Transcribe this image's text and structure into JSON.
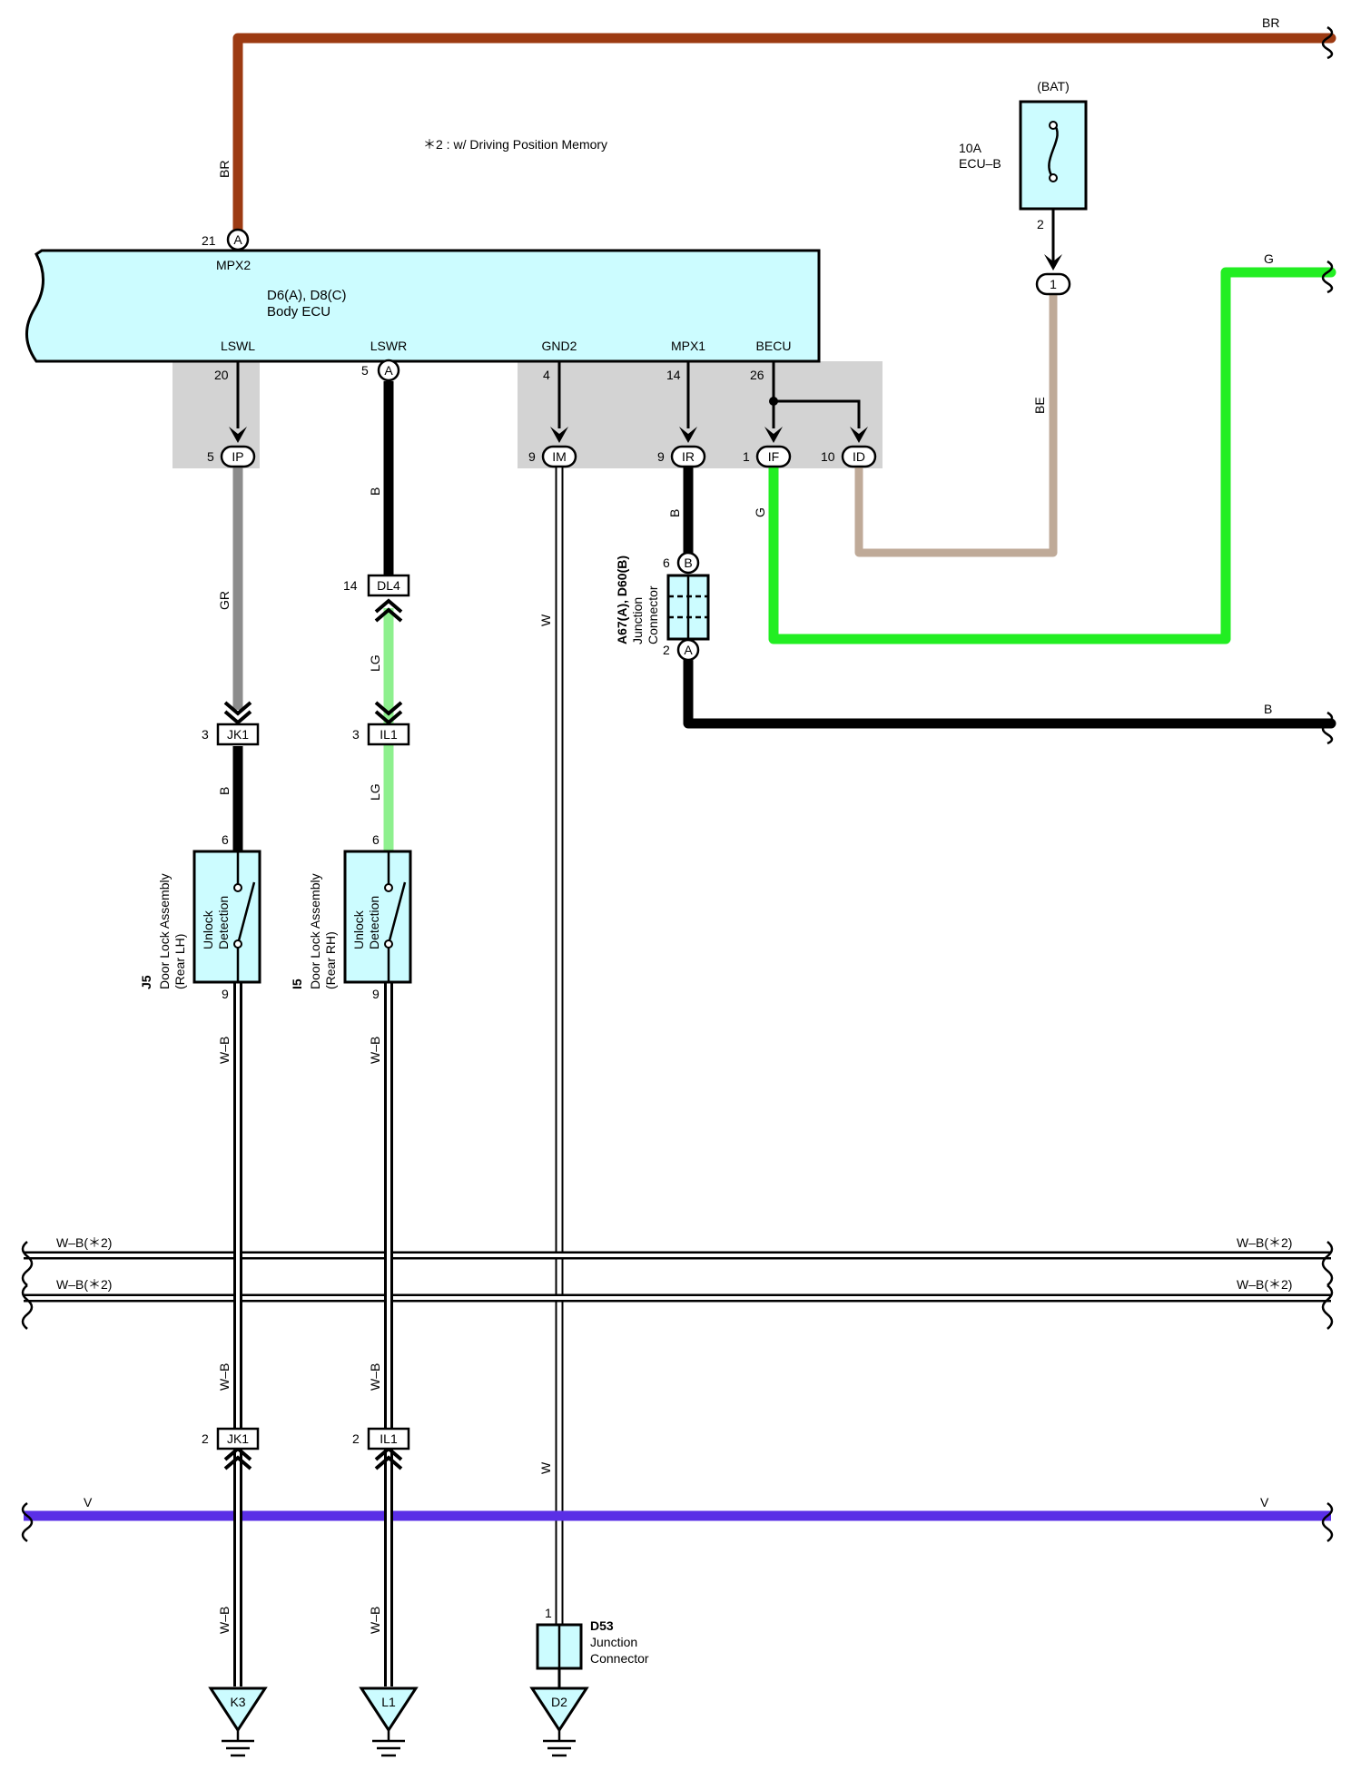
{
  "note": "＊2 : w/ Driving Position Memory",
  "colors": {
    "BR": "#9c3a12",
    "G": "#22ee22",
    "LG": "#8ef08e",
    "GR": "#8c8c8c",
    "BE": "#bfaa98",
    "B": "#000000",
    "V": "#5a2fe6",
    "W": "#ffffff",
    "ecu_fill": "#ccfcff",
    "shade": "#d3d3d3"
  },
  "ecu": {
    "id": "D6(A), D8(C)",
    "name": "Body ECU",
    "top_pin": {
      "num": "21",
      "conn": "A",
      "name": "MPX2"
    },
    "pins": [
      {
        "name": "LSWL",
        "num": "20",
        "conn": ""
      },
      {
        "name": "LSWR",
        "num": "5",
        "conn": "A"
      },
      {
        "name": "GND2",
        "num": "4",
        "conn": ""
      },
      {
        "name": "MPX1",
        "num": "14",
        "conn": ""
      },
      {
        "name": "BECU",
        "num": "26",
        "conn": ""
      }
    ]
  },
  "fuse": {
    "source": "(BAT)",
    "rating": "10A",
    "name": "ECU–B",
    "pin": "2",
    "conn": "1"
  },
  "junctions": [
    {
      "pin": "5",
      "code": "IP"
    },
    {
      "pin": "9",
      "code": "IM"
    },
    {
      "pin": "9",
      "code": "IR"
    },
    {
      "pin": "1",
      "code": "IF"
    },
    {
      "pin": "10",
      "code": "ID"
    }
  ],
  "junction_connector": {
    "id": "A67(A), D60(B)",
    "name1": "Junction",
    "name2": "Connector",
    "pin_top": "6",
    "conn_top": "B",
    "pin_bottom": "2",
    "conn_bottom": "A"
  },
  "inline_connectors": [
    {
      "pin": "14",
      "code": "DL4"
    },
    {
      "pin": "3",
      "code": "JK1"
    },
    {
      "pin": "3",
      "code": "IL1"
    },
    {
      "pin": "2",
      "code": "JK1"
    },
    {
      "pin": "2",
      "code": "IL1"
    }
  ],
  "switches": [
    {
      "id": "J5",
      "name": "Door Lock Assembly",
      "side": "(Rear LH)",
      "func1": "Unlock",
      "func2": "Detection",
      "pin_top": "6",
      "pin_bottom": "9"
    },
    {
      "id": "I5",
      "name": "Door Lock Assembly",
      "side": "(Rear RH)",
      "func1": "Unlock",
      "func2": "Detection",
      "pin_top": "6",
      "pin_bottom": "9"
    }
  ],
  "connector_d53": {
    "id": "D53",
    "name1": "Junction",
    "name2": "Connector",
    "pin": "1"
  },
  "grounds": [
    "K3",
    "L1",
    "D2"
  ],
  "wire_labels": {
    "br_top": "BR",
    "br_vert": "BR",
    "g_right": "G",
    "be": "BE",
    "gr": "GR",
    "b_lswr": "B",
    "lg1": "LG",
    "lg2": "LG",
    "b_lh": "B",
    "w1": "W",
    "w2": "W",
    "b_mpx1": "B",
    "g_if": "G",
    "b_right": "B",
    "wb1": "W–B",
    "wb2": "W–B",
    "wb3": "W–B",
    "wb4": "W–B",
    "wb5": "W–B",
    "wb6": "W–B",
    "wb_bus_left": "W–B(＊2)",
    "wb_bus_right": "W–B(＊2)",
    "v_left": "V",
    "v_right": "V"
  }
}
